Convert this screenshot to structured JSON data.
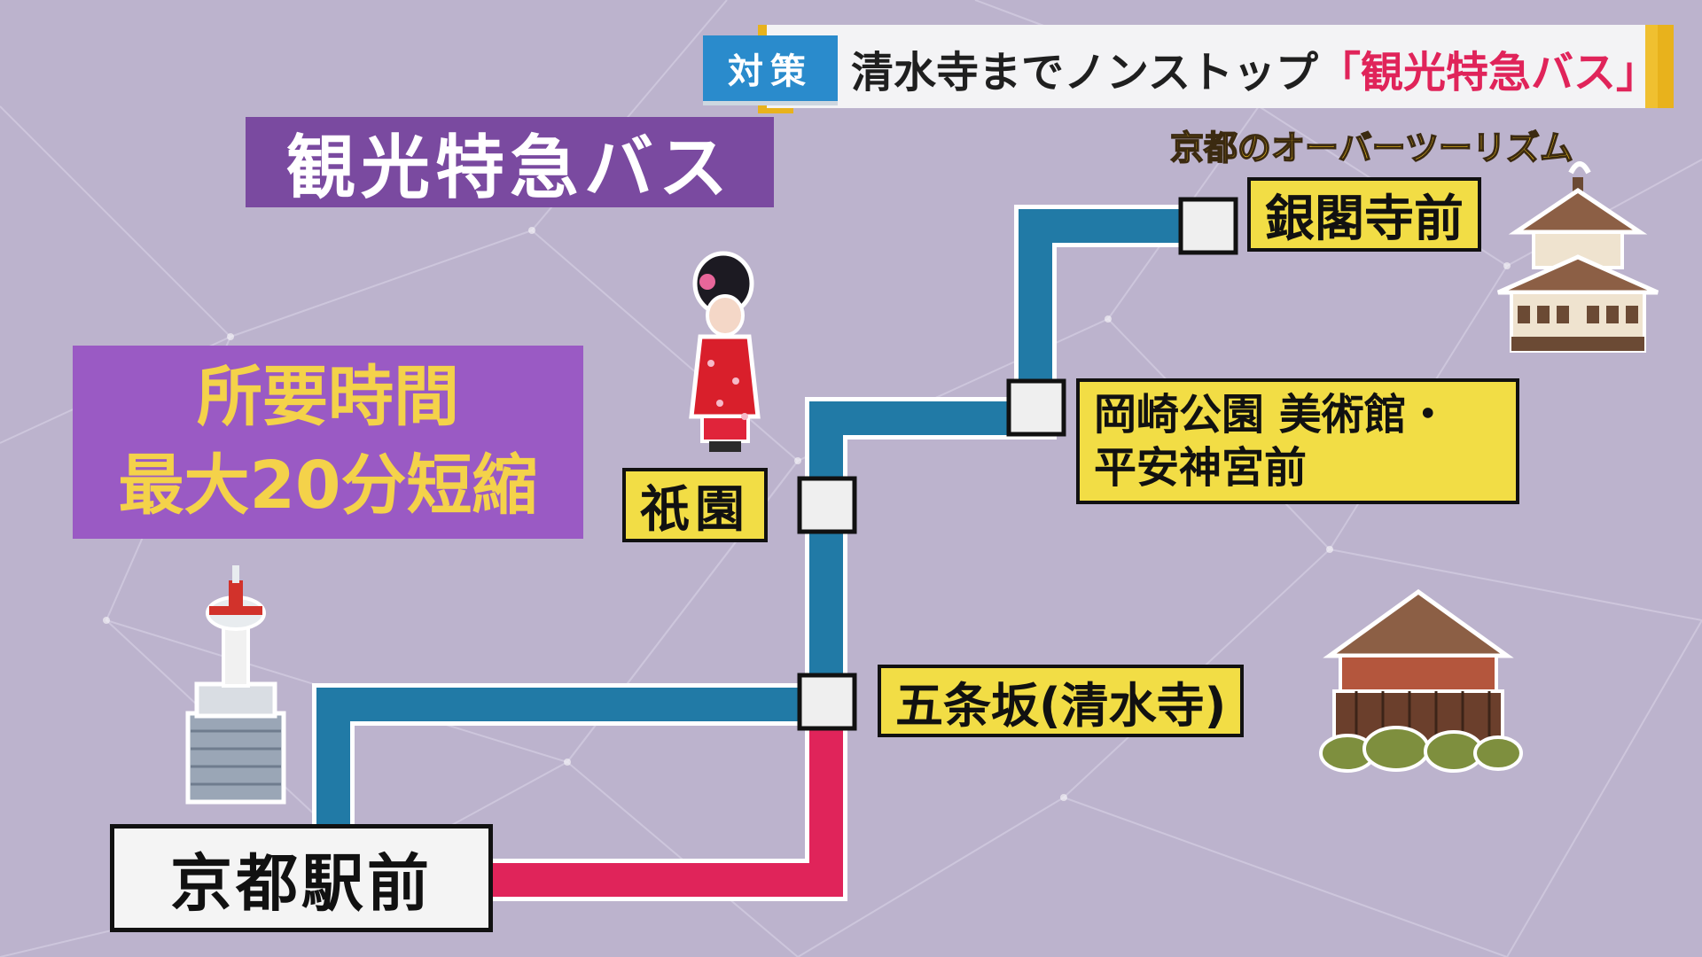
{
  "banner": {
    "badge": "対策",
    "headline": "清水寺までノンストップ",
    "headline_highlight": "「観光特急バス」"
  },
  "subtitle": "京都のオーバーツーリズム",
  "title": "観光特急バス",
  "time_saving": {
    "line1": "所要時間",
    "line2": "最大20分短縮"
  },
  "stops": {
    "ginkakuji": "銀閣寺前",
    "okazaki_line1": "岡崎公園 美術館・",
    "okazaki_line2": "平安神宮前",
    "gion": "祇園",
    "gojozaka": "五条坂(清水寺)",
    "kyoto_station": "京都駅前"
  },
  "colors": {
    "route_blue": "#217aa6",
    "route_red": "#e0245a",
    "label_yellow": "#f2dd45",
    "title_purple": "#7a4aa0"
  },
  "icons": [
    "kyoto-tower-icon",
    "maiko-icon",
    "ginkakuji-temple-icon",
    "kiyomizu-temple-icon"
  ]
}
